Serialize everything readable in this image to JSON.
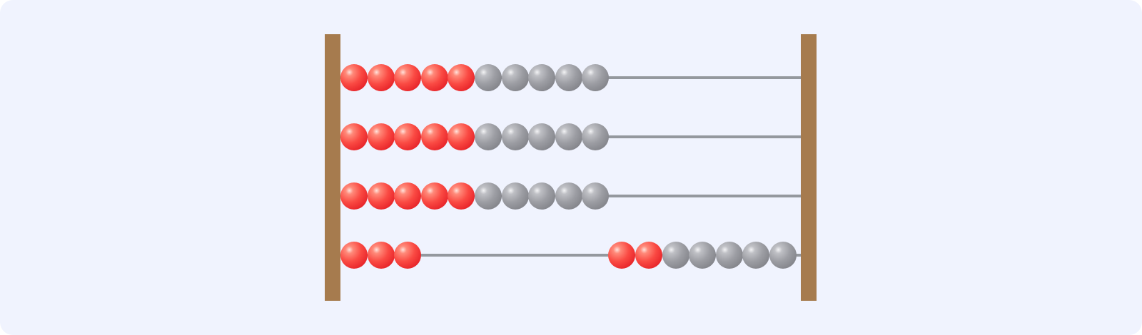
{
  "colors": {
    "background": "#f0f3fe",
    "post": "#a67b4e",
    "rod": "#94989e",
    "bead_red": "#f0393a",
    "bead_gray": "#97989d"
  },
  "abacus": {
    "beads_per_rod": 10,
    "rows": [
      {
        "left_beads": 10,
        "left_red": 5,
        "right_beads": 0,
        "right_red": 0
      },
      {
        "left_beads": 10,
        "left_red": 5,
        "right_beads": 0,
        "right_red": 0
      },
      {
        "left_beads": 10,
        "left_red": 5,
        "right_beads": 0,
        "right_red": 0
      },
      {
        "left_beads": 3,
        "left_red": 3,
        "right_beads": 7,
        "right_red": 2
      }
    ]
  }
}
